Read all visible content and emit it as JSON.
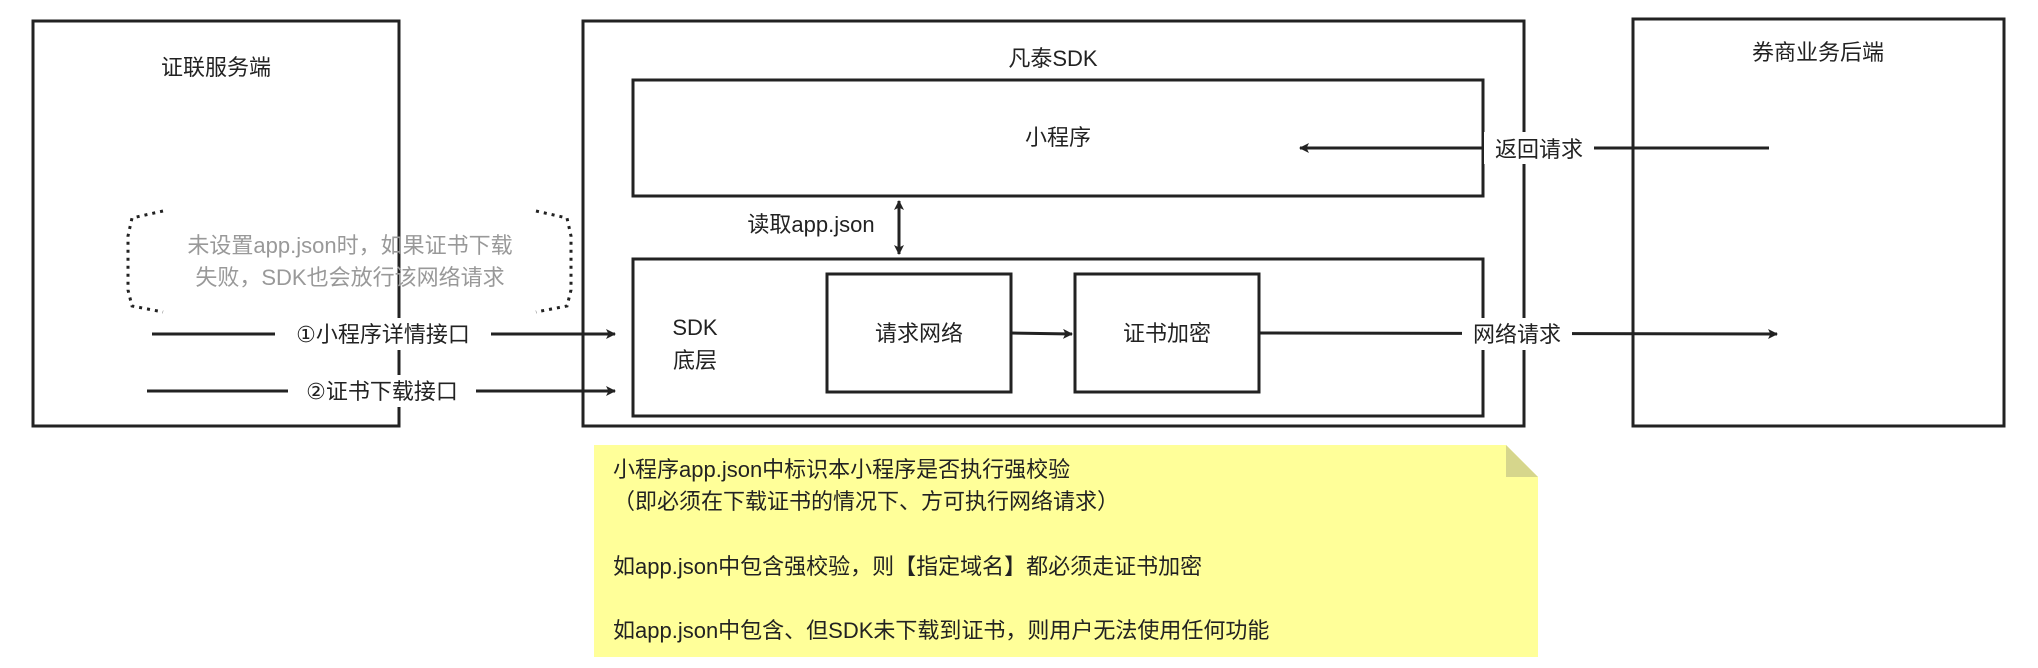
{
  "colors": {
    "stroke": "#222222",
    "note_fill": "#ffff99",
    "note_fold": "#d6d68c",
    "annotation_text": "#999999",
    "bracket": "#222222"
  },
  "boxes": {
    "zhenglian": "证联服务端",
    "fantai_sdk": "凡泰SDK",
    "broker": "券商业务后端",
    "miniprogram": "小程序",
    "sdk_bottom_line1": "SDK",
    "sdk_bottom_line2": "底层",
    "request_network": "请求网络",
    "cert_encrypt": "证书加密"
  },
  "annotation": {
    "line1": "未设置app.json时，如果证书下载",
    "line2": "失败，SDK也会放行该网络请求"
  },
  "arrows": {
    "detail_api": "①小程序详情接口",
    "cert_download_api": "②证书下载接口",
    "read_appjson": "读取app.json",
    "return_request": "返回请求",
    "network_request": "网络请求"
  },
  "note": {
    "line1": "小程序app.json中标识本小程序是否执行强校验",
    "line2": "（即必须在下载证书的情况下、方可执行网络请求）",
    "line3": "如app.json中包含强校验，则【指定域名】都必须走证书加密",
    "line4": "如app.json中包含、但SDK未下载到证书，则用户无法使用任何功能"
  }
}
